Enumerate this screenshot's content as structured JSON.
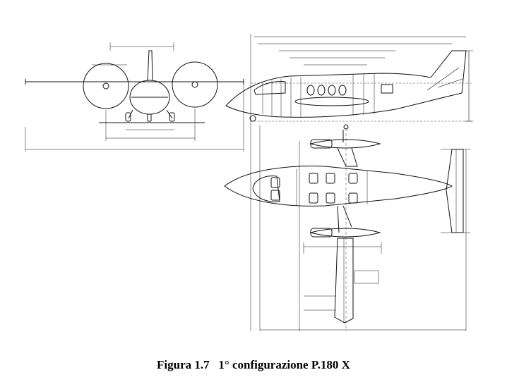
{
  "caption": {
    "number": "Figura 1.7",
    "title": "1° configurazione P.180 X"
  },
  "views": [
    {
      "id": "front-view"
    },
    {
      "id": "side-view"
    },
    {
      "id": "top-view"
    }
  ]
}
